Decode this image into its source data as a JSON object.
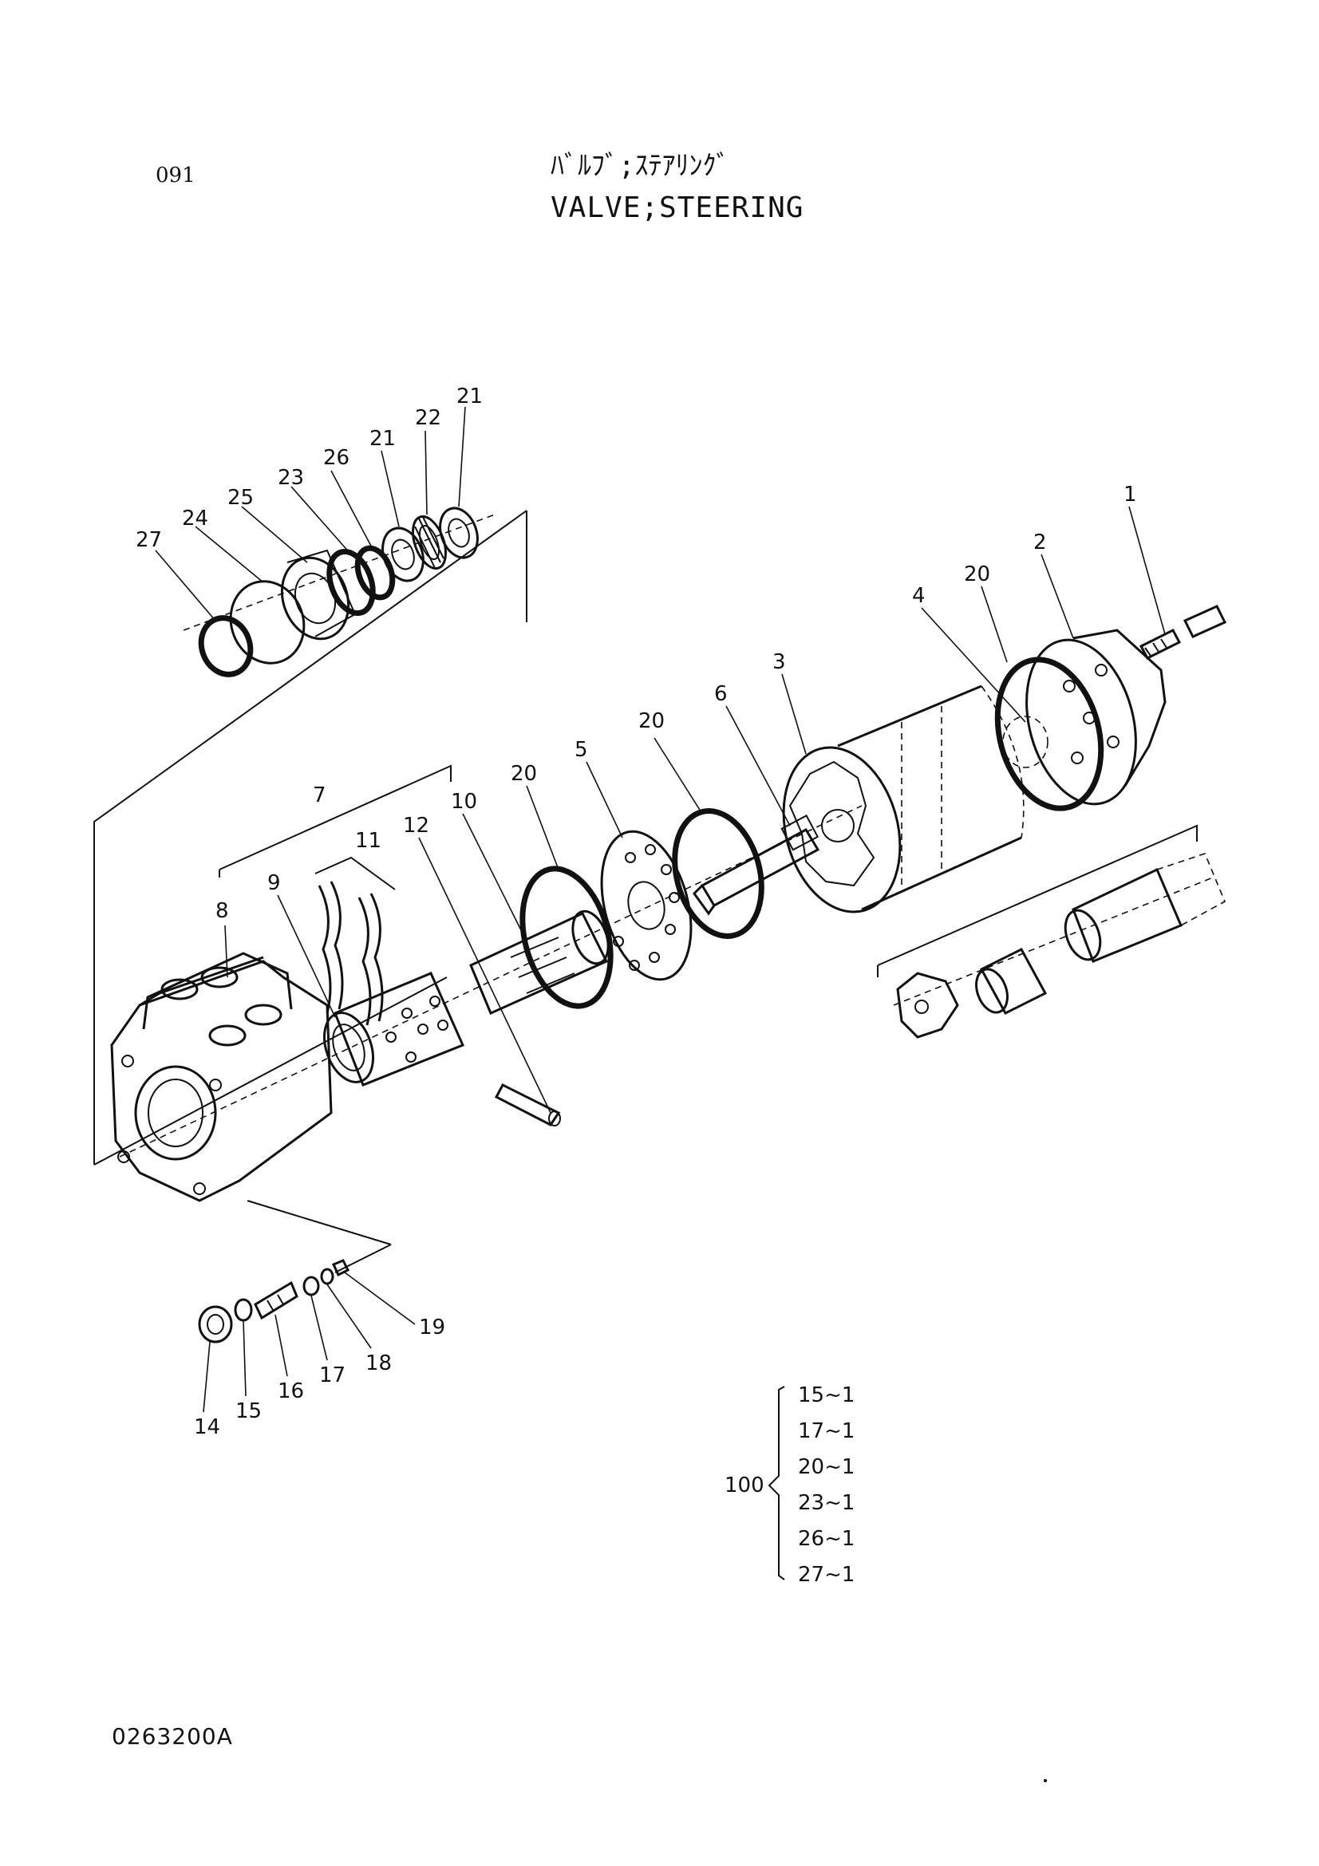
{
  "header": {
    "page_number": "091",
    "title_jp": "ﾊﾞﾙﾌﾞ;ｽﾃｱﾘﾝｸﾞ",
    "title_en": "VALVE;STEERING"
  },
  "callouts": {
    "c1": "1",
    "c2": "2",
    "c3": "3",
    "c4": "4",
    "c5": "5",
    "c6": "6",
    "c7": "7",
    "c8": "8",
    "c9": "9",
    "c10": "10",
    "c11": "11",
    "c12": "12",
    "c14": "14",
    "c15": "15",
    "c16": "16",
    "c17": "17",
    "c18": "18",
    "c19": "19",
    "c20a": "20",
    "c20b": "20",
    "c20c": "20",
    "c21a": "21",
    "c21b": "21",
    "c22": "22",
    "c23": "23",
    "c24": "24",
    "c25": "25",
    "c26": "26",
    "c27": "27"
  },
  "kit": {
    "label": "100",
    "items": [
      "15~1",
      "17~1",
      "20~1",
      "23~1",
      "26~1",
      "27~1"
    ]
  },
  "footer": {
    "drawing_code": "0263200A"
  }
}
